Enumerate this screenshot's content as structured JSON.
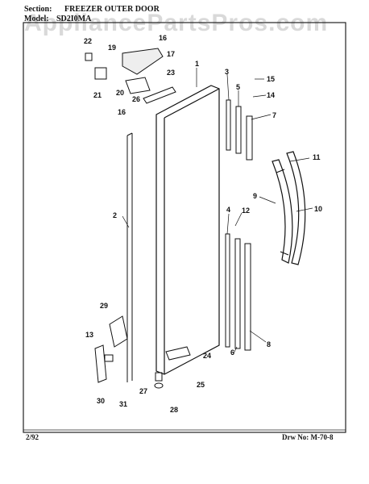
{
  "header": {
    "section_label": "Section:",
    "section_title": "FREEZER OUTER DOOR",
    "model_label": "Model:",
    "model_value": "SD2I0MA"
  },
  "watermark": "AppliancePartsPros.com",
  "footer": {
    "date": "2/92",
    "drawing_no": "Drw No: M-70-8"
  },
  "callouts": {
    "p1": "1",
    "p2": "2",
    "p3": "3",
    "p4": "4",
    "p5": "5",
    "p6": "6",
    "p7": "7",
    "p8": "8",
    "p9": "9",
    "p10": "10",
    "p11": "11",
    "p12": "12",
    "p13": "13",
    "p14": "14",
    "p15": "15",
    "p16a": "16",
    "p16b": "16",
    "p17": "17",
    "p19": "19",
    "p20": "20",
    "p21": "21",
    "p22": "22",
    "p23": "23",
    "p24": "24",
    "p25": "25",
    "p26": "26",
    "p27": "27",
    "p28": "28",
    "p29": "29",
    "p30": "30",
    "p31": "31"
  }
}
